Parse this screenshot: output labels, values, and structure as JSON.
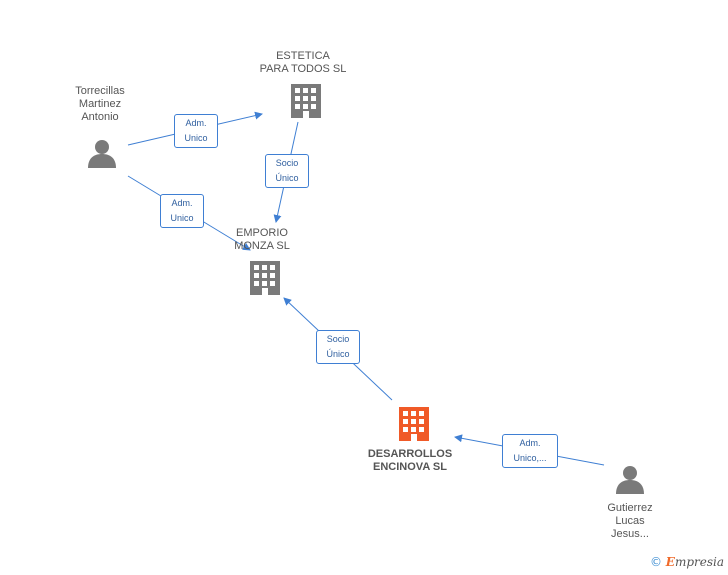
{
  "nodes": {
    "torrecillas": {
      "label": "Torrecillas\nMartinez\nAntonio",
      "type": "person"
    },
    "estetica": {
      "label": "ESTETICA\nPARA TODOS SL",
      "type": "company"
    },
    "emporio": {
      "label": "EMPORIO\nMONZA SL",
      "type": "company"
    },
    "desarrollos": {
      "label": "DESARROLLOS\nENCINOVA SL",
      "type": "company-main"
    },
    "gutierrez": {
      "label": "Gutierrez\nLucas\nJesus...",
      "type": "person"
    }
  },
  "edges": {
    "e1": {
      "label": "Adm.\nUnico"
    },
    "e2": {
      "label": "Adm.\nUnico"
    },
    "e3": {
      "label": "Socio\nÚnico"
    },
    "e4": {
      "label": "Socio\nÚnico"
    },
    "e5": {
      "label": "Adm.\nUnico,..."
    }
  },
  "colors": {
    "edge": "#3f7fd3",
    "company_icon": "#7a7a7a",
    "main_company_icon": "#f05a28",
    "person_icon": "#7a7a7a"
  },
  "brand": {
    "copyright": "©",
    "name": "mpresia",
    "initial": "E"
  }
}
